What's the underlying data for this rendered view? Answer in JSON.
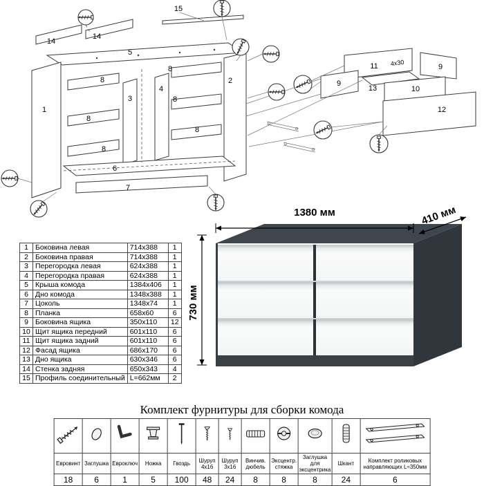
{
  "diagram": {
    "callouts": {
      "n15": "15",
      "n14a": "14",
      "n14b": "14",
      "n5": "5",
      "n1": "1",
      "n2": "2",
      "n3": "3",
      "n4": "4",
      "n8a": "8",
      "n8b": "8",
      "n8c": "8",
      "n8d": "8",
      "n8e": "8",
      "n8f": "8",
      "n6": "6",
      "n7": "7",
      "n11": "11",
      "n9a": "9",
      "n9b": "9",
      "n13": "13",
      "n10": "10",
      "n12": "12",
      "screw_note": "4x30"
    }
  },
  "parts_table": {
    "rows": [
      {
        "num": "1",
        "name": "Боковина левая",
        "size": "714x388",
        "qty": "1"
      },
      {
        "num": "2",
        "name": "Боковина правая",
        "size": "714x388",
        "qty": "1"
      },
      {
        "num": "3",
        "name": "Перегородка левая",
        "size": "624x388",
        "qty": "1"
      },
      {
        "num": "4",
        "name": "Перегородка правая",
        "size": "624x388",
        "qty": "1"
      },
      {
        "num": "5",
        "name": "Крыша комода",
        "size": "1384x406",
        "qty": "1"
      },
      {
        "num": "6",
        "name": "Дно комода",
        "size": "1348x388",
        "qty": "1"
      },
      {
        "num": "7",
        "name": "Цоколь",
        "size": "1348x74",
        "qty": "1"
      },
      {
        "num": "8",
        "name": "Планка",
        "size": "658x60",
        "qty": "6"
      },
      {
        "num": "9",
        "name": "Боковина ящика",
        "size": "350x110",
        "qty": "12"
      },
      {
        "num": "10",
        "name": "Щит ящика передний",
        "size": "601x110",
        "qty": "6"
      },
      {
        "num": "11",
        "name": "Щит ящика задний",
        "size": "601x110",
        "qty": "6"
      },
      {
        "num": "12",
        "name": "Фасад ящика",
        "size": "686x170",
        "qty": "6"
      },
      {
        "num": "13",
        "name": "Дно ящика",
        "size": "630x346",
        "qty": "6"
      },
      {
        "num": "14",
        "name": "Стенка задняя",
        "size": "650x343",
        "qty": "4"
      },
      {
        "num": "15",
        "name": "Профиль соединительный",
        "size": "L=662мм",
        "qty": "2"
      }
    ]
  },
  "product": {
    "width_label": "1380 мм",
    "depth_label": "410 мм",
    "height_label": "730 мм"
  },
  "hardware": {
    "title": "Комплект фурнитуры для сборки комода",
    "items": [
      {
        "icon": "euro-screw",
        "label": "Евровинт",
        "qty": "18"
      },
      {
        "icon": "plug",
        "label": "Заглушка",
        "qty": "6"
      },
      {
        "icon": "euro-key",
        "label": "Евроключ",
        "qty": "1"
      },
      {
        "icon": "leg",
        "label": "Ножка",
        "qty": "5"
      },
      {
        "icon": "nail",
        "label": "Гвоздь",
        "qty": "100"
      },
      {
        "icon": "screw-4x16",
        "label": "Шуруп 4x16",
        "qty": "48"
      },
      {
        "icon": "screw-3x16",
        "label": "Шуруп 3x16",
        "qty": "24"
      },
      {
        "icon": "dowel",
        "label": "Винчив. дюбель",
        "qty": "8"
      },
      {
        "icon": "eccentric-cam",
        "label": "Эксцентр. стяжка",
        "qty": "8"
      },
      {
        "icon": "eccentric-plug",
        "label": "Заглушка для эксцентрика",
        "qty": "8"
      },
      {
        "icon": "shkant",
        "label": "Шкант",
        "qty": "24"
      },
      {
        "icon": "roller-guides",
        "label": "Комплект роликовых направляющих L≈350мм",
        "qty": "6"
      }
    ]
  }
}
